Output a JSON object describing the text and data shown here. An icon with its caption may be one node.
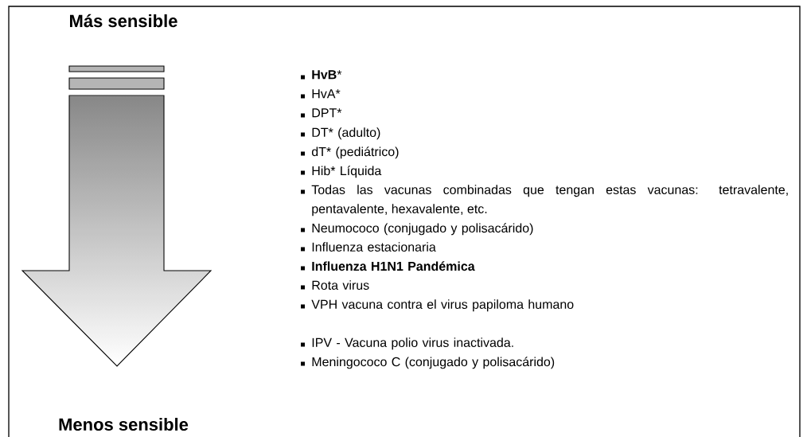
{
  "diagram": {
    "labels": [
      "Más sensible",
      "**HvB***",
      "HvA*",
      "DPT*",
      "DT* (adulto)",
      "dT* (pediátrico)",
      "Hib* Líquida",
      "Todas las vacunas combinadas que tengan estas vacunas: tetravalente, pentavalente, hexavalente, etc.",
      "Neumococo (conjugado y polisacárido)",
      "Influenza  estacionaria",
      "**Influenza H1N1 Pandémica**",
      "Rota virus",
      "VPH vacuna contra el virus papiloma humano",
      "IPV  - Vacuna polio virus inactivada.",
      "Meningococo C (conjugado y polisacárido)",
      "Menos sensible"
    ]
  }
}
